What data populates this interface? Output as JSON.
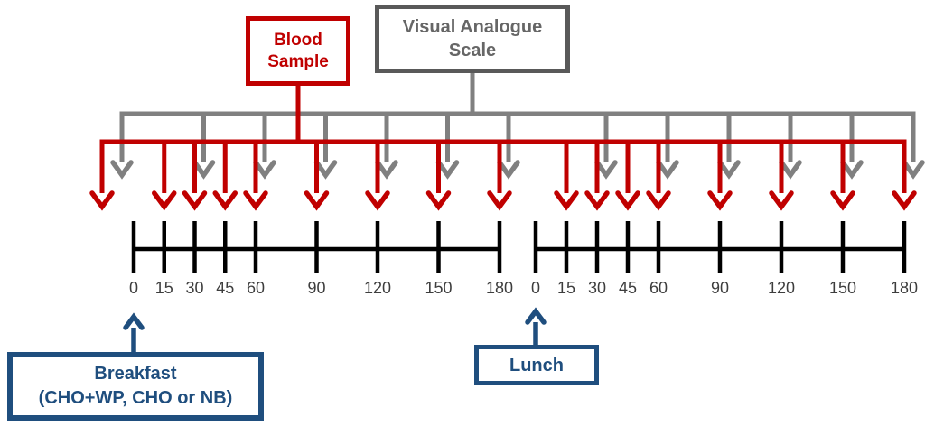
{
  "diagram": {
    "blood_sample": {
      "label": "Blood Sample",
      "color": "#C00000"
    },
    "vas": {
      "label": "Visual Analogue Scale",
      "line_color": "#808080",
      "box_border_color": "#595959",
      "text_color": "#666666"
    },
    "breakfast": {
      "lines": [
        "Breakfast",
        "(CHO+WP, CHO or NB)"
      ],
      "color": "#1F4E7E"
    },
    "lunch": {
      "label": "Lunch",
      "color": "#1F4E7E"
    },
    "axis_color": "#000000",
    "tick_label_color": "#3D3D3D",
    "timelines": [
      {
        "name": "breakfast",
        "unit": "minutes",
        "ticks": [
          0,
          15,
          30,
          45,
          60,
          90,
          120,
          150,
          180
        ],
        "blood_sample_times": [
          0,
          15,
          30,
          45,
          60,
          90,
          120,
          150,
          180
        ],
        "vas_times": [
          0,
          30,
          60,
          90,
          120,
          150,
          180
        ]
      },
      {
        "name": "lunch",
        "unit": "minutes",
        "ticks": [
          0,
          15,
          30,
          45,
          60,
          90,
          120,
          150,
          180
        ],
        "blood_sample_times": [
          15,
          30,
          45,
          60,
          90,
          120,
          150,
          180
        ],
        "vas_times": [
          30,
          60,
          90,
          120,
          150,
          180
        ]
      }
    ]
  }
}
